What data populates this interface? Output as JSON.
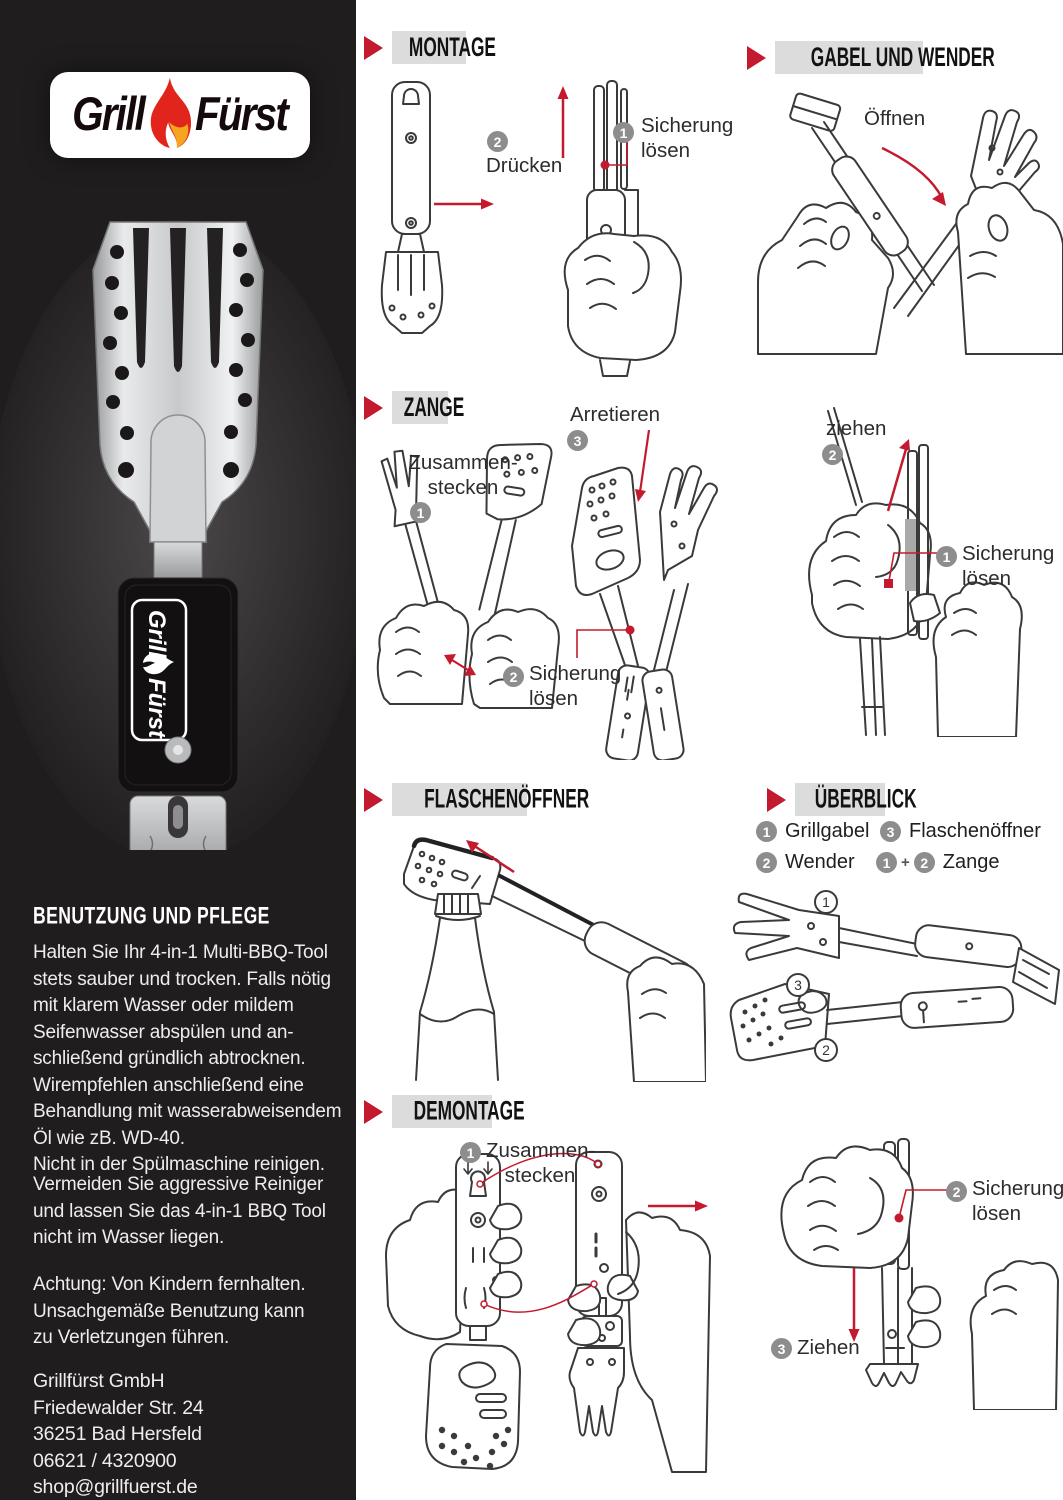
{
  "colors": {
    "accent_red": "#c41a2f",
    "flame_red": "#e2251c",
    "flame_orange": "#f6a51f",
    "num_circle": "#8d8d8d",
    "sidebar_bg": "#201d1e",
    "header_bg": "#dcdcdc"
  },
  "brand": {
    "logo_part1": "Grill",
    "logo_part2": "Fürst"
  },
  "sidebar": {
    "care_heading": "BENUTZUNG UND PFLEGE",
    "care_p1": "Halten Sie Ihr 4-in-1 Multi-BBQ-Tool\nstets sauber und trocken. Falls nötig\nmit klarem Wasser oder mildem\nSeifenwasser abspülen und an-\nschließend gründlich abtrocknen.\nWirempfehlen anschließend eine\nBehandlung mit wasserabweisendem\nÖl wie zB. WD-40.\nNicht in der Spülmaschine reinigen.",
    "care_p2": "Vermeiden Sie aggressive Reiniger\nund lassen Sie das 4-in-1 BBQ Tool\nnicht im Wasser liegen.",
    "care_p3": "Achtung: Von Kindern fernhalten.\nUnsachgemäße Benutzung kann\nzu Verletzungen führen.",
    "address": "Grillfürst GmbH\nFriedewalder Str. 24\n36251 Bad Hersfeld\n06621 / 4320900\nshop@grillfuerst.de"
  },
  "sections": {
    "montage": "MONTAGE",
    "gabel": "GABEL UND WENDER",
    "zange": "ZANGE",
    "flasche": "FLASCHENÖFFNER",
    "ueberblick": "ÜBERBLICK",
    "demontage": "DEMONTAGE"
  },
  "labels": {
    "m_press": {
      "n": "2",
      "t": "Drücken"
    },
    "m_release": {
      "n": "1",
      "t": "Sicherung\nlösen"
    },
    "g_open": {
      "t": "Öffnen"
    },
    "z_plug": {
      "n": "1",
      "t": "Zusammen-\nstecken"
    },
    "z_lock": {
      "n": "3",
      "t": "Arretieren"
    },
    "z_release2": {
      "n": "2",
      "t": "Sicherung\nlösen"
    },
    "z_pull": {
      "n": "2",
      "t": "ziehen"
    },
    "z_release1": {
      "n": "1",
      "t": "Sicherung\nlösen"
    },
    "d_plug": {
      "n": "1",
      "t": "Zusammen-\nstecken"
    },
    "d_release": {
      "n": "2",
      "t": "Sicherung\nlösen"
    },
    "d_pull": {
      "n": "3",
      "t": "Ziehen"
    }
  },
  "legend": {
    "items": [
      {
        "n": "1",
        "t": "Grillgabel"
      },
      {
        "n": "3",
        "t": "Flaschenöffner"
      },
      {
        "n": "2",
        "t": "Wender"
      },
      {
        "n1": "1",
        "plus": "+",
        "n2": "2",
        "t": "Zange"
      }
    ]
  },
  "overview_marks": {
    "fork": "1",
    "wender": "2",
    "opener": "3"
  }
}
